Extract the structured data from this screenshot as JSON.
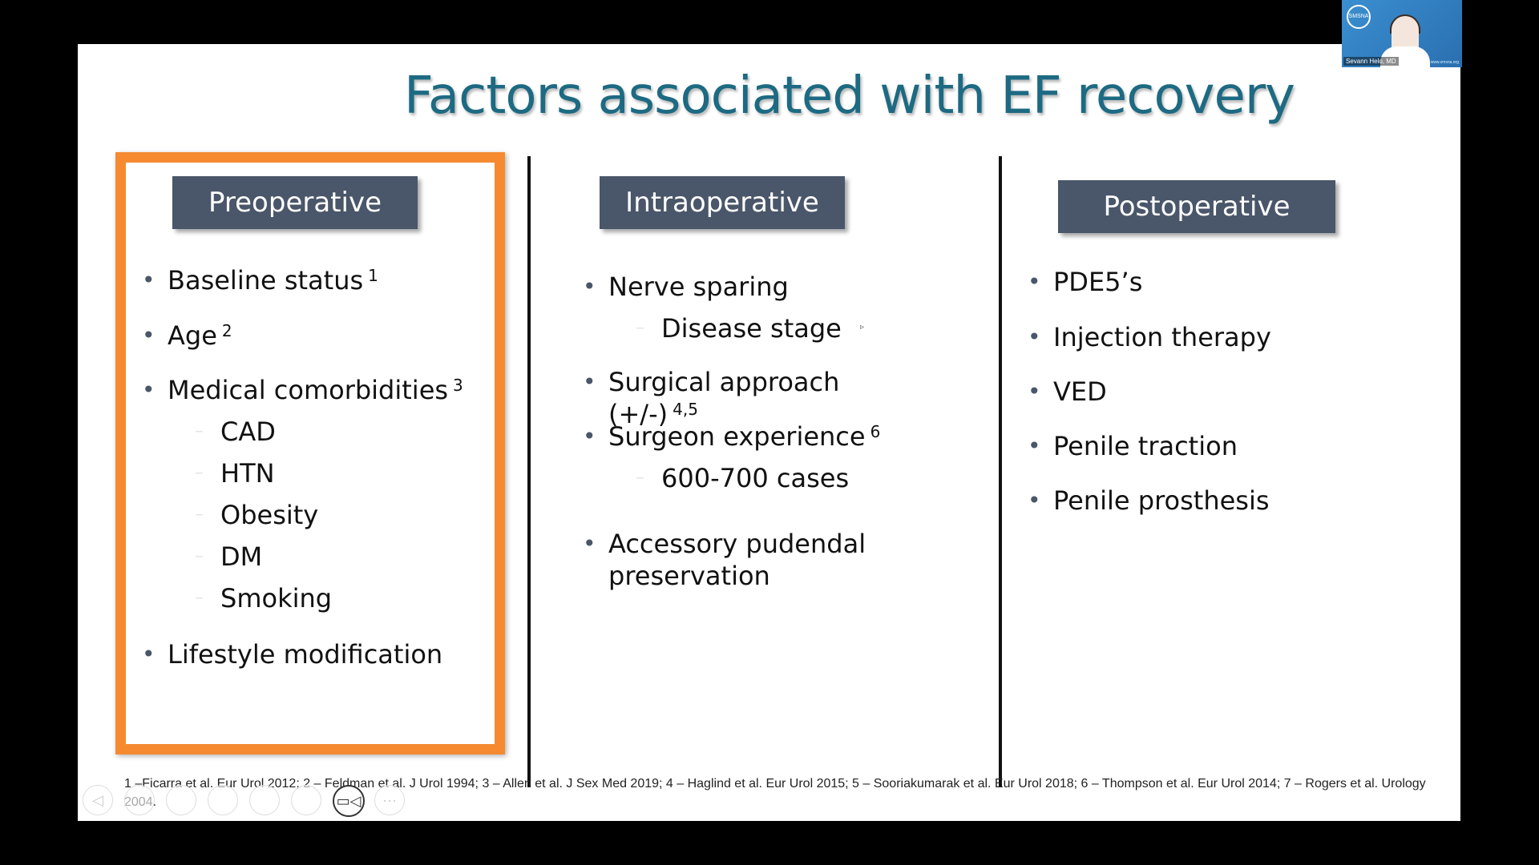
{
  "slide": {
    "title": "Factors associated with EF recovery",
    "columns": [
      {
        "header": "Preoperative",
        "items": [
          {
            "text": "Baseline status",
            "sup": "1",
            "subs": []
          },
          {
            "text": "Age",
            "sup": "2",
            "subs": []
          },
          {
            "text": "Medical comorbidities",
            "sup": "3",
            "subs": [
              "CAD",
              "HTN",
              "Obesity",
              "DM",
              "Smoking"
            ]
          },
          {
            "text": "Lifestyle modification",
            "sup": "",
            "subs": []
          }
        ]
      },
      {
        "header": "Intraoperative",
        "items": [
          {
            "text": "Nerve sparing",
            "sup": "",
            "subs": [
              "Disease stage"
            ]
          },
          {
            "text": "Surgical approach (+/-)",
            "sup": "4,5",
            "subs": []
          },
          {
            "text": "Surgeon experience",
            "sup": "6",
            "subs": [
              "600-700 cases"
            ]
          },
          {
            "text": "Accessory pudendal preservation",
            "sup": "",
            "subs": []
          }
        ]
      },
      {
        "header": "Postoperative",
        "items": [
          {
            "text": "PDE5’s",
            "sup": "",
            "subs": []
          },
          {
            "text": "Injection therapy",
            "sup": "",
            "subs": []
          },
          {
            "text": "VED",
            "sup": "",
            "subs": []
          },
          {
            "text": "Penile traction",
            "sup": "",
            "subs": []
          },
          {
            "text": "Penile prosthesis",
            "sup": "",
            "subs": []
          }
        ]
      }
    ],
    "references": "1 –Ficarra et al. Eur Urol 2012; 2 – Feldman et al. J Urol 1994; 3 – Allen et al. J Sex Med 2019; 4 – Haglind et al. Eur Urol 2015; 5 – Sooriakumarak et al. Eur Urol 2018; 6 – Thompson et al. Eur Urol 2014; 7 – Rogers et al. Urology 2004.",
    "highlight_color": "#f58a31",
    "title_color": "#1d6a82",
    "header_color": "#4a5669"
  },
  "controls": [
    {
      "name": "prev-slide-button",
      "icon": "chevron-left-icon",
      "glyph": "◁"
    },
    {
      "name": "control-button-2",
      "icon": "blank-icon",
      "glyph": ""
    },
    {
      "name": "control-button-3",
      "icon": "blank-icon",
      "glyph": ""
    },
    {
      "name": "control-button-4",
      "icon": "blank-icon",
      "glyph": ""
    },
    {
      "name": "control-button-5",
      "icon": "blank-icon",
      "glyph": ""
    },
    {
      "name": "control-button-6",
      "icon": "blank-icon",
      "glyph": ""
    },
    {
      "name": "video-button",
      "icon": "video-camera-icon",
      "glyph": "▭◁"
    },
    {
      "name": "more-button",
      "icon": "more-icon",
      "glyph": "···"
    }
  ],
  "video_tile": {
    "participant_name": "Sevann Helo, MD",
    "logo_text": "SMSNA",
    "url": "www.smsna.org"
  }
}
